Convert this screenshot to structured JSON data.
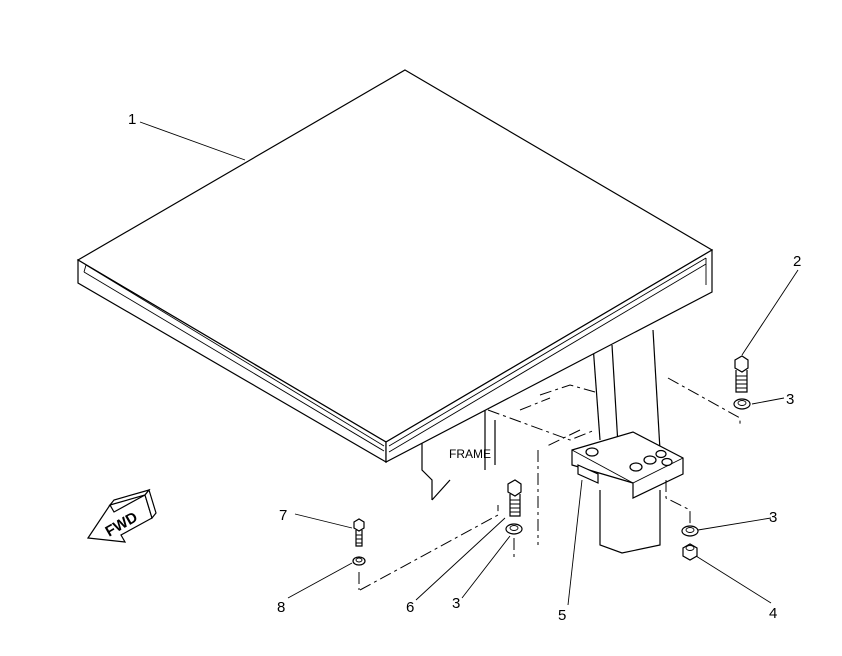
{
  "labels": {
    "frame": "FRAME",
    "fwd": "FWD"
  },
  "callouts": {
    "c1": "1",
    "c2": "2",
    "c3a": "3",
    "c3b": "3",
    "c3c": "3",
    "c4": "4",
    "c5": "5",
    "c6": "6",
    "c7": "7",
    "c8": "8"
  }
}
